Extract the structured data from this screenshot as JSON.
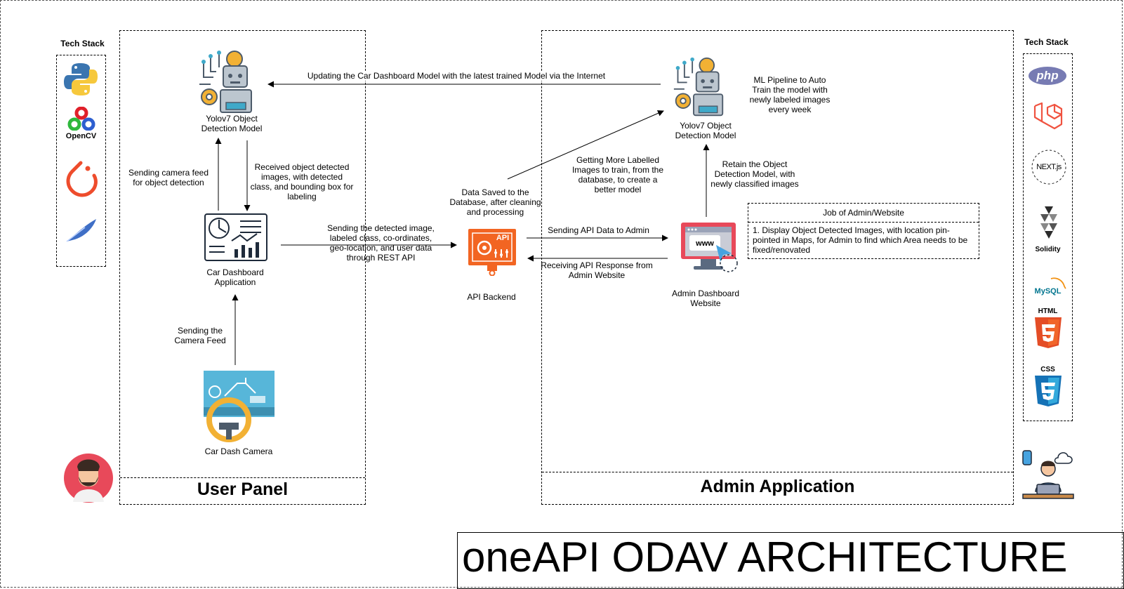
{
  "title": "oneAPI ODAV  ARCHITECTURE",
  "left_stack": {
    "title": "Tech Stack",
    "items": [
      {
        "icon": "python-icon",
        "label": ""
      },
      {
        "icon": "opencv-icon",
        "label": "OpenCV"
      },
      {
        "icon": "pytorch-icon",
        "label": ""
      },
      {
        "icon": "feather-icon",
        "label": ""
      }
    ]
  },
  "right_stack": {
    "title": "Tech Stack",
    "items": [
      {
        "icon": "php-icon",
        "label": "php"
      },
      {
        "icon": "laravel-icon",
        "label": ""
      },
      {
        "icon": "nextjs-icon",
        "label": "NEXT.js"
      },
      {
        "icon": "solidity-icon",
        "label": "Solidity"
      },
      {
        "icon": "mysql-icon",
        "label": "MySQL"
      },
      {
        "icon": "html5-icon",
        "label": "HTML"
      },
      {
        "icon": "css3-icon",
        "label": "CSS"
      }
    ]
  },
  "panels": {
    "user": "User Panel",
    "admin": "Admin Application"
  },
  "nodes": {
    "yolo_user": "Yolov7    Object\nDetection Model",
    "car_app": "Car Dashboard\nApplication",
    "camera": "Car Dash Camera",
    "api": "API Backend",
    "yolo_admin": "Yolov7    Object\nDetection Model",
    "admin_site": "Admin Dashboard\nWebsite",
    "www": "www",
    "api_badge": "API"
  },
  "edges": {
    "update_model": "Updating the Car Dashboard Model with the latest trained Model via the Internet",
    "send_feed_detect": "Sending camera feed\nfor object detection",
    "received_detected": "Received object detected\nimages, with detected\nclass, and bounding box for\nlabeling",
    "send_feed": "Sending the\nCamera Feed",
    "send_detected": "Sending the detected image,\nlabeled class, co-ordinates,\ngeo-location, and user data\nthrough REST API",
    "db_saved": "Data Saved to the\nDatabase, after cleaning\nand processing",
    "more_labelled": "Getting More Labelled\nImages to train, from the\ndatabase, to create a\nbetter model",
    "send_api_admin": "Sending API Data to Admin",
    "receive_api": "Receiving API Response from\nAdmin Website",
    "retain_model": "Retain the Object\nDetection Model, with\nnewly classified images",
    "ml_pipeline": "ML Pipeline to Auto\nTrain the model with\nnewly labeled images\nevery week"
  },
  "job": {
    "title": "Job of Admin/Website",
    "body": "1. Display Object Detected Images, with location pin-pointed in Maps, for Admin to find which Area needs to be fixed/renovated"
  },
  "colors": {
    "accent_orange": "#f26522",
    "teal": "#3fa9c9",
    "gold": "#f2b134",
    "slate": "#4d5b6a"
  }
}
